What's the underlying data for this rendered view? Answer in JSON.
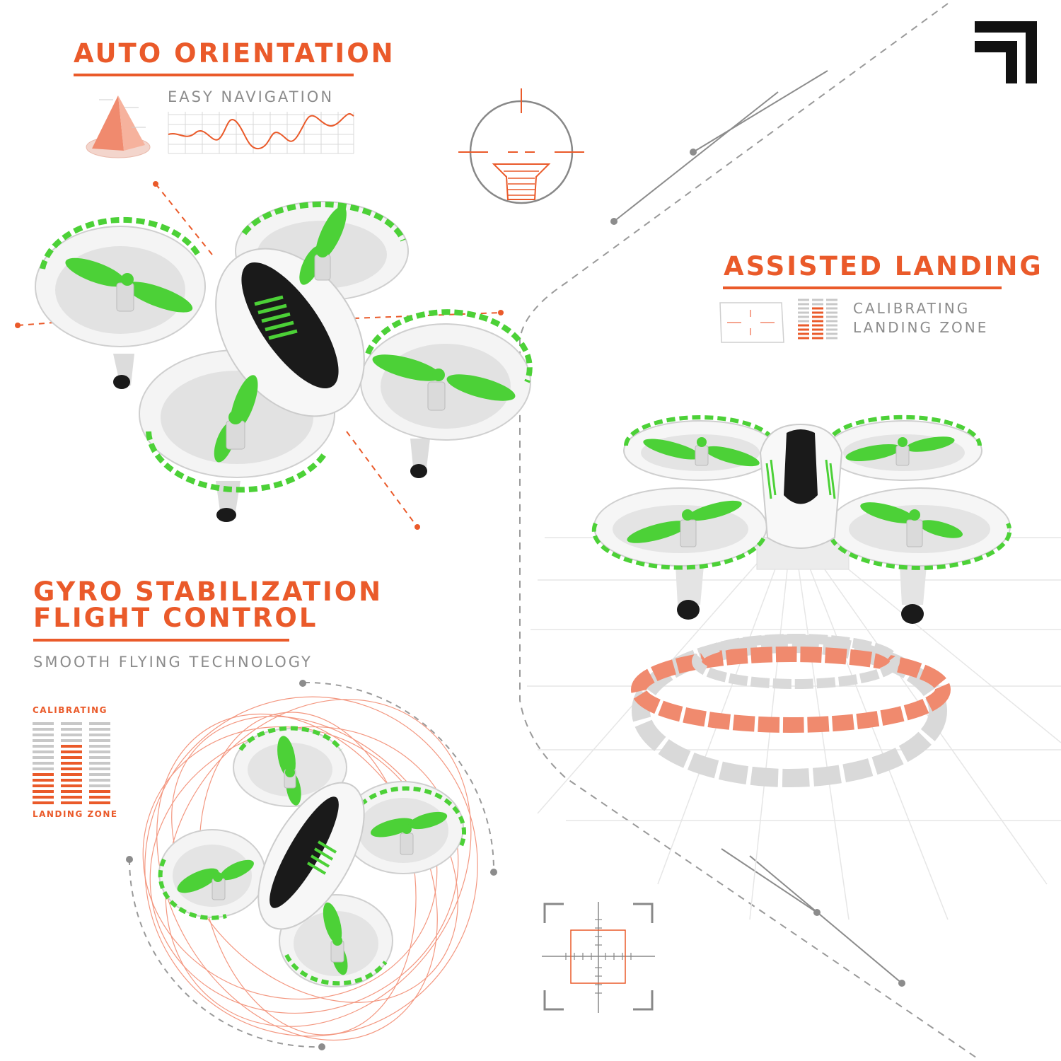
{
  "features": {
    "auto_orientation": {
      "title": "AUTO ORIENTATION",
      "subtitle": "EASY NAVIGATION"
    },
    "assisted_landing": {
      "title": "ASSISTED LANDING",
      "status_line1": "CALIBRATING",
      "status_line2": "LANDING ZONE"
    },
    "gyro": {
      "title_line1": "GYRO STABILIZATION",
      "title_line2": "FLIGHT CONTROL",
      "subtitle": "SMOOTH FLYING TECHNOLOGY",
      "meter_top_label": "CALIBRATING",
      "meter_bottom_label": "LANDING ZONE"
    }
  },
  "colors": {
    "accent": "#ea5a2a",
    "accent_light": "#f2856a",
    "gray": "#8c8c8c",
    "drone_green": "#4cd137",
    "drone_body": "#f4f4f4",
    "drone_dark": "#1a1a1a"
  },
  "icons": {
    "brand_logo": "corner-bracket-logo",
    "crosshair_top": "altitude-crosshair-icon",
    "crosshair_bottom": "target-crosshair-icon",
    "landing_frame": "landing-frame-icon"
  }
}
